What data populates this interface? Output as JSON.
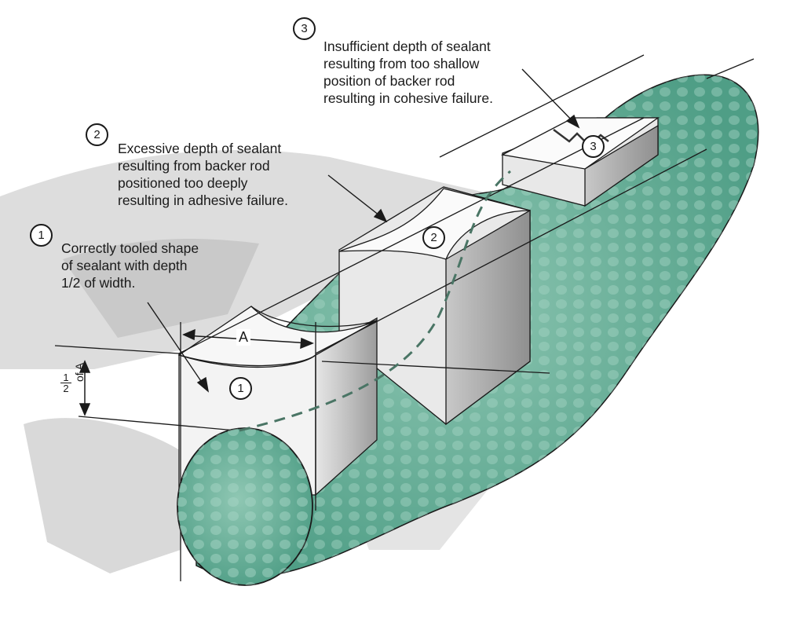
{
  "callouts": [
    {
      "number": "1",
      "lines": [
        "Correctly tooled shape",
        "of sealant with depth",
        "1/2 of width."
      ]
    },
    {
      "number": "2",
      "lines": [
        "Excessive depth of sealant",
        "resulting from backer rod",
        "positioned too deeply",
        "resulting in adhesive failure."
      ]
    },
    {
      "number": "3",
      "lines": [
        "Insufficient depth of sealant",
        "resulting from too shallow",
        "position of backer rod",
        "resulting in cohesive failure."
      ]
    }
  ],
  "joint_labels": {
    "section_1": "1",
    "section_2": "2",
    "section_3": "3"
  },
  "dimensions": {
    "width": "A",
    "depth_numerator": "1",
    "depth_denominator": "2",
    "depth_suffix": "of A"
  },
  "colors": {
    "backer_rod": "#4f9e86",
    "backer_rod_light": "#8fc7b3",
    "substrate_shadow": "#c9c9c9",
    "sealant": "#f4f4f4",
    "joint_wall": "#a9a9a9",
    "ink": "#1a1a1a"
  }
}
